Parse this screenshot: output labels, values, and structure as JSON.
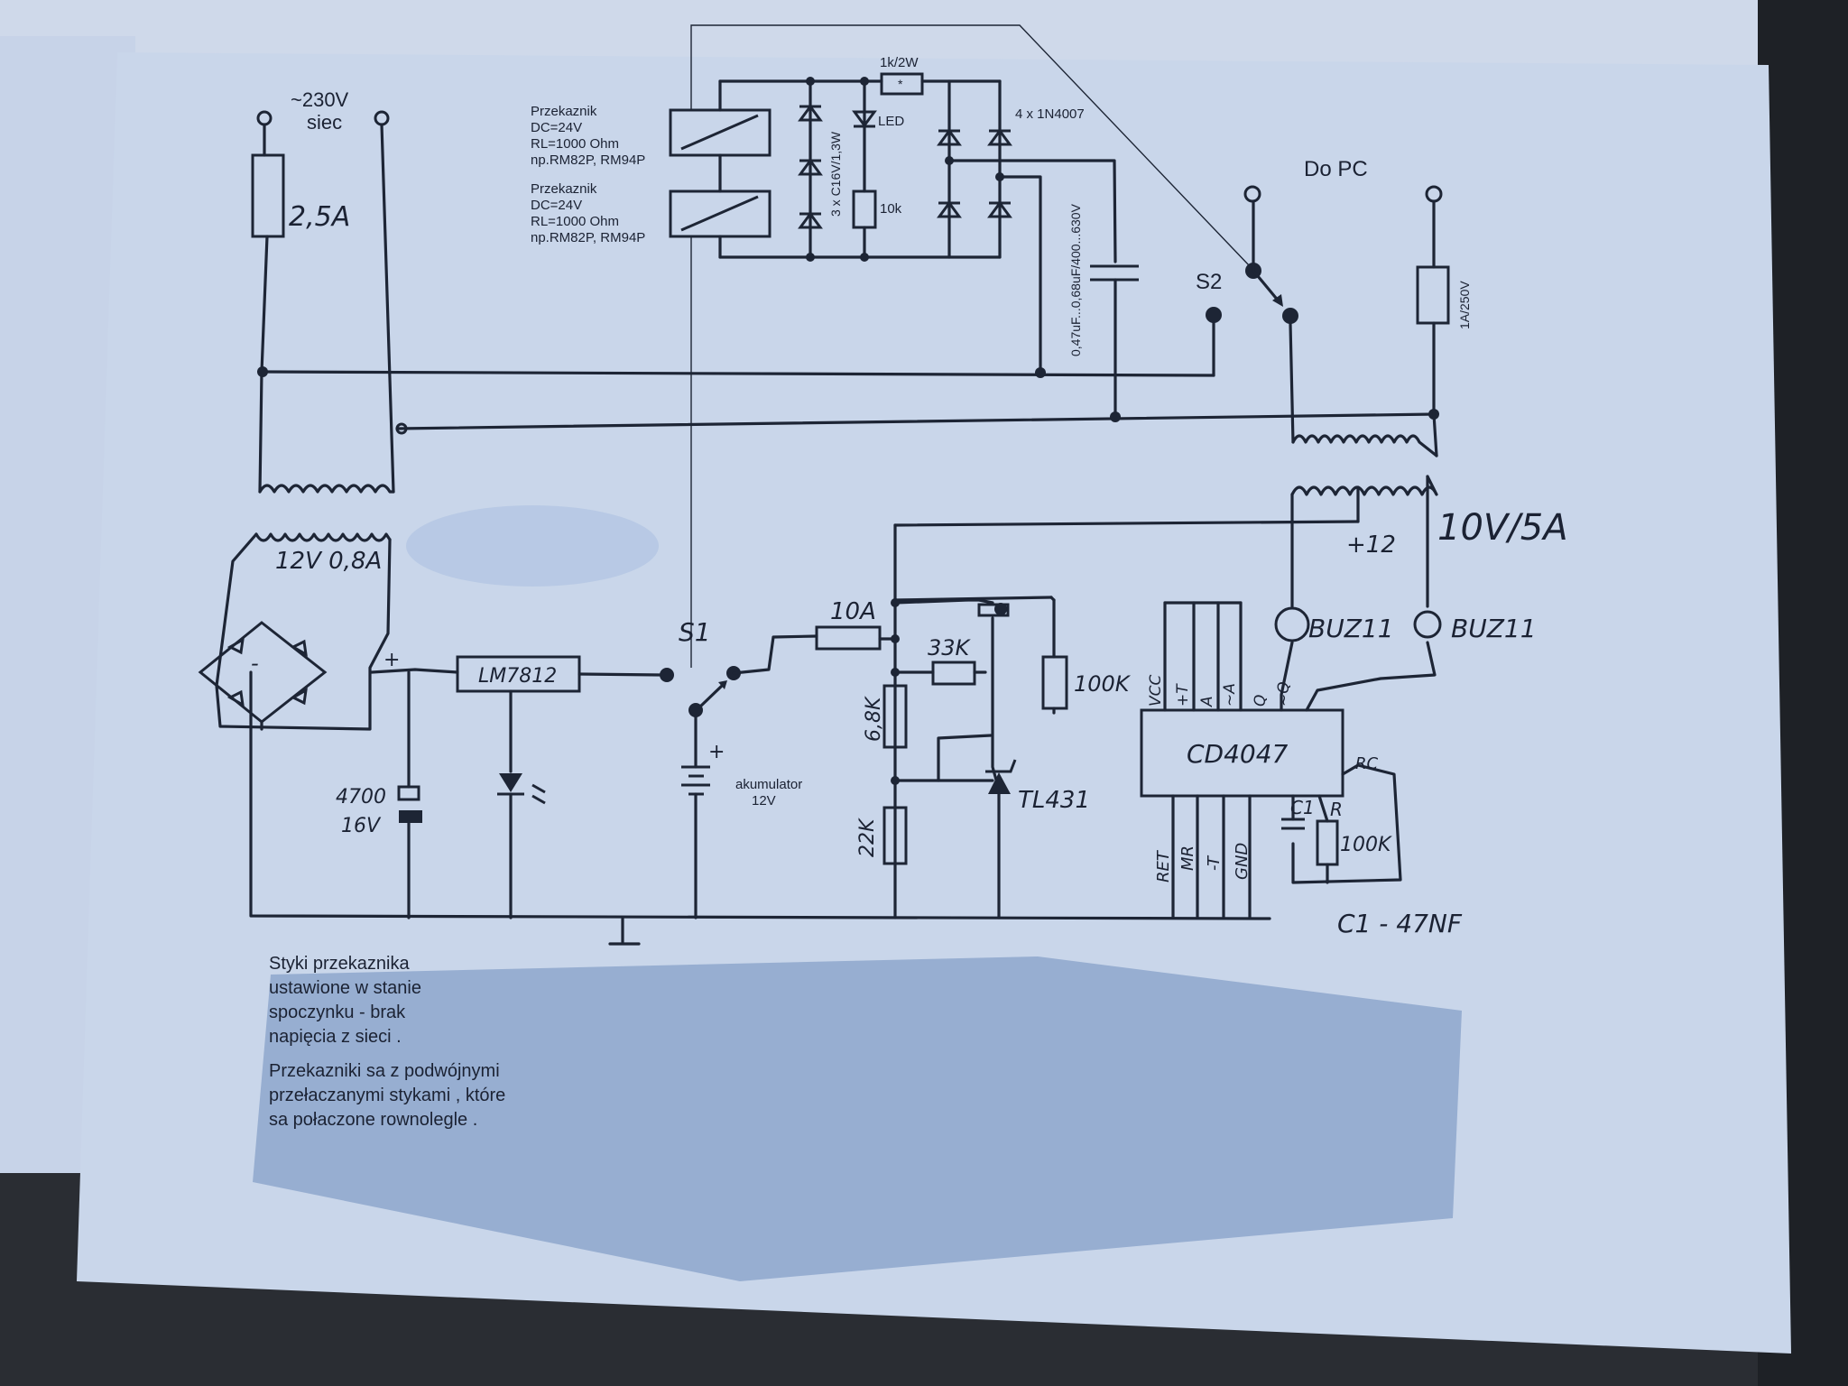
{
  "colors": {
    "paper": "#c9d6ea",
    "ink": "#1d2535",
    "blur_patch": "#8ea7cc"
  },
  "top_section": {
    "mains_label_1": "~230V",
    "mains_label_2": "siec",
    "fuse_main": "2,5A",
    "relay_1": [
      "Przekaznik",
      "DC=24V",
      "RL=1000 Ohm",
      "np.RM82P, RM94P"
    ],
    "relay_2": [
      "Przekaznik",
      "DC=24V",
      "RL=1000 Ohm",
      "np.RM82P, RM94P"
    ],
    "resistor_1k": "1k/2W",
    "resistor_1k_mark": "*",
    "led_label": "LED",
    "zeners_label": "3 x C16V/1,3W",
    "resistor_10k": "10k",
    "diodes_label": "4 x 1N4007",
    "capacitor_label": "0,47uF...0,68uF/400...630V",
    "switch_s2": "S2",
    "to_pc": "Do PC",
    "fuse_pc": "1A/250V"
  },
  "bottom_section": {
    "transformer_1": "12V 0,8A",
    "bridge_minus": "-",
    "bridge_plus": "+",
    "regulator": "LM7812",
    "cap_value_1": "4700",
    "cap_value_2": "16V",
    "switch_s1": "S1",
    "battery_plus": "+",
    "battery_label_1": "akumulator",
    "battery_label_2": "12V",
    "fuse_10a": "10A",
    "r_33k": "33K",
    "r_6k8": "6,8K",
    "r_22k": "22K",
    "r_100k_a": "100K",
    "tl431": "TL431",
    "ic": "CD4047",
    "ic_pins_top": [
      "VCC",
      "+T",
      "A",
      "~A",
      "Q",
      "~Q"
    ],
    "ic_pins_bottom": [
      "RET",
      "MR",
      "-T",
      "GND"
    ],
    "c1": "C1",
    "r": "R",
    "rc": "RC",
    "r_100k_b": "100K",
    "c1_value": "C1 - 47NF",
    "transformer_2": "10V/5A",
    "plus12": "+12",
    "mosfet_1": "BUZ11",
    "mosfet_2": "BUZ11"
  },
  "notes": {
    "note_1": [
      "Styki przekaznika",
      "ustawione w stanie",
      "spoczynku - brak",
      "napięcia z sieci ."
    ],
    "note_2": [
      "Przekazniki sa z podwójnymi",
      "przełaczanymi stykami , które",
      "sa połaczone rownolegle ."
    ]
  }
}
